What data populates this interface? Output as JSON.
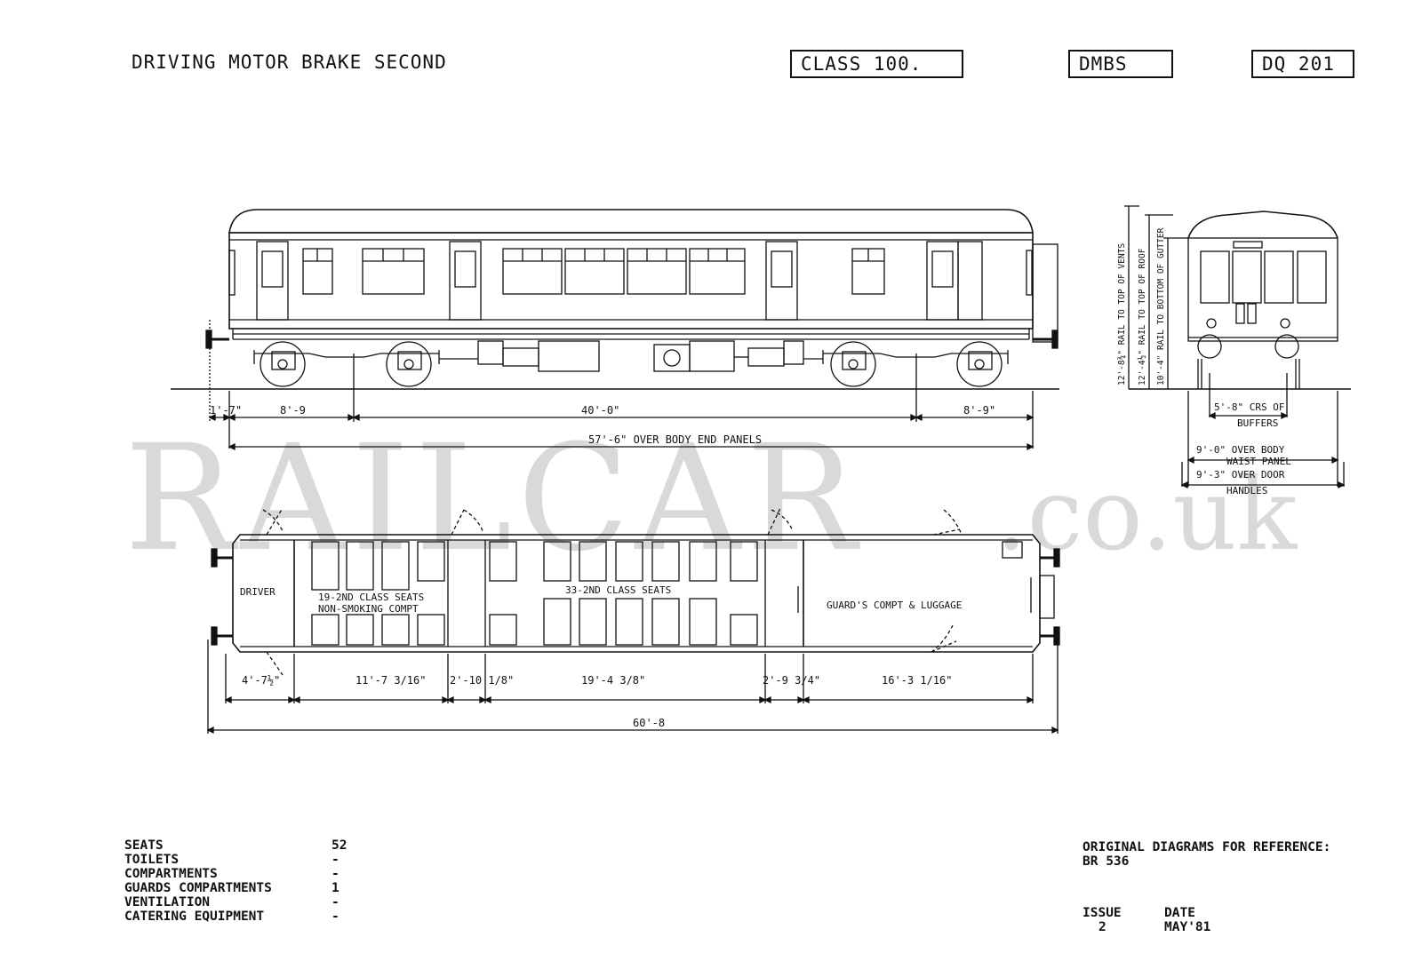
{
  "header": {
    "title": "DRIVING MOTOR BRAKE SECOND",
    "class_box": "CLASS 100.",
    "type_box": "DMBS",
    "diagram_box": "DQ 201"
  },
  "watermark": {
    "main": "RAILCAR",
    "suffix": ".co.uk"
  },
  "side_view": {
    "dims": {
      "overhang": "1'-7\"",
      "bogie_left": "8'-9",
      "centres": "40'-0\"",
      "bogie_right": "8'-9\"",
      "body_end": "57'-6\" OVER BODY END PANELS"
    }
  },
  "end_view": {
    "heights": {
      "vents": "12'-8¾\" RAIL TO TOP OF VENTS",
      "roof": "12'-4½\" RAIL TO TOP OF ROOF",
      "gutter": "10'-4\" RAIL TO BOTTOM OF GUTTER"
    },
    "buffers_1": "5'-8\" CRS OF",
    "buffers_2": "BUFFERS",
    "waist_1": "9'-0\" OVER BODY",
    "waist_2": "WAIST PANEL",
    "door_1": "9'-3\" OVER DOOR",
    "door_2": "HANDLES"
  },
  "plan_view": {
    "driver": "DRIVER",
    "seats_nonsmoking_1": "19-2ND CLASS SEATS",
    "seats_nonsmoking_2": "NON-SMOKING COMPT",
    "seats_main": "33-2ND CLASS SEATS",
    "guards": "GUARD'S COMPT & LUGGAGE",
    "dims": {
      "d1": "4'-7½\"",
      "d2": "11'-7 3/16\"",
      "d3": "2'-10 1/8\"",
      "d4": "19'-4 3/8\"",
      "d5": "2'-9 3/4\"",
      "d6": "16'-3 1/16\"",
      "overall": "60'-8"
    }
  },
  "stats": [
    {
      "label": "SEATS",
      "value": "52"
    },
    {
      "label": "TOILETS",
      "value": "-"
    },
    {
      "label": "COMPARTMENTS",
      "value": "-"
    },
    {
      "label": "GUARDS COMPARTMENTS",
      "value": "1"
    },
    {
      "label": "VENTILATION",
      "value": "-"
    },
    {
      "label": "CATERING EQUIPMENT",
      "value": "-"
    }
  ],
  "reference": {
    "line1": "ORIGINAL DIAGRAMS FOR REFERENCE:",
    "line2": "BR 536"
  },
  "issue": {
    "issue_label": "ISSUE",
    "date_label": "DATE",
    "issue_value": "2",
    "date_value": "MAY'81"
  }
}
